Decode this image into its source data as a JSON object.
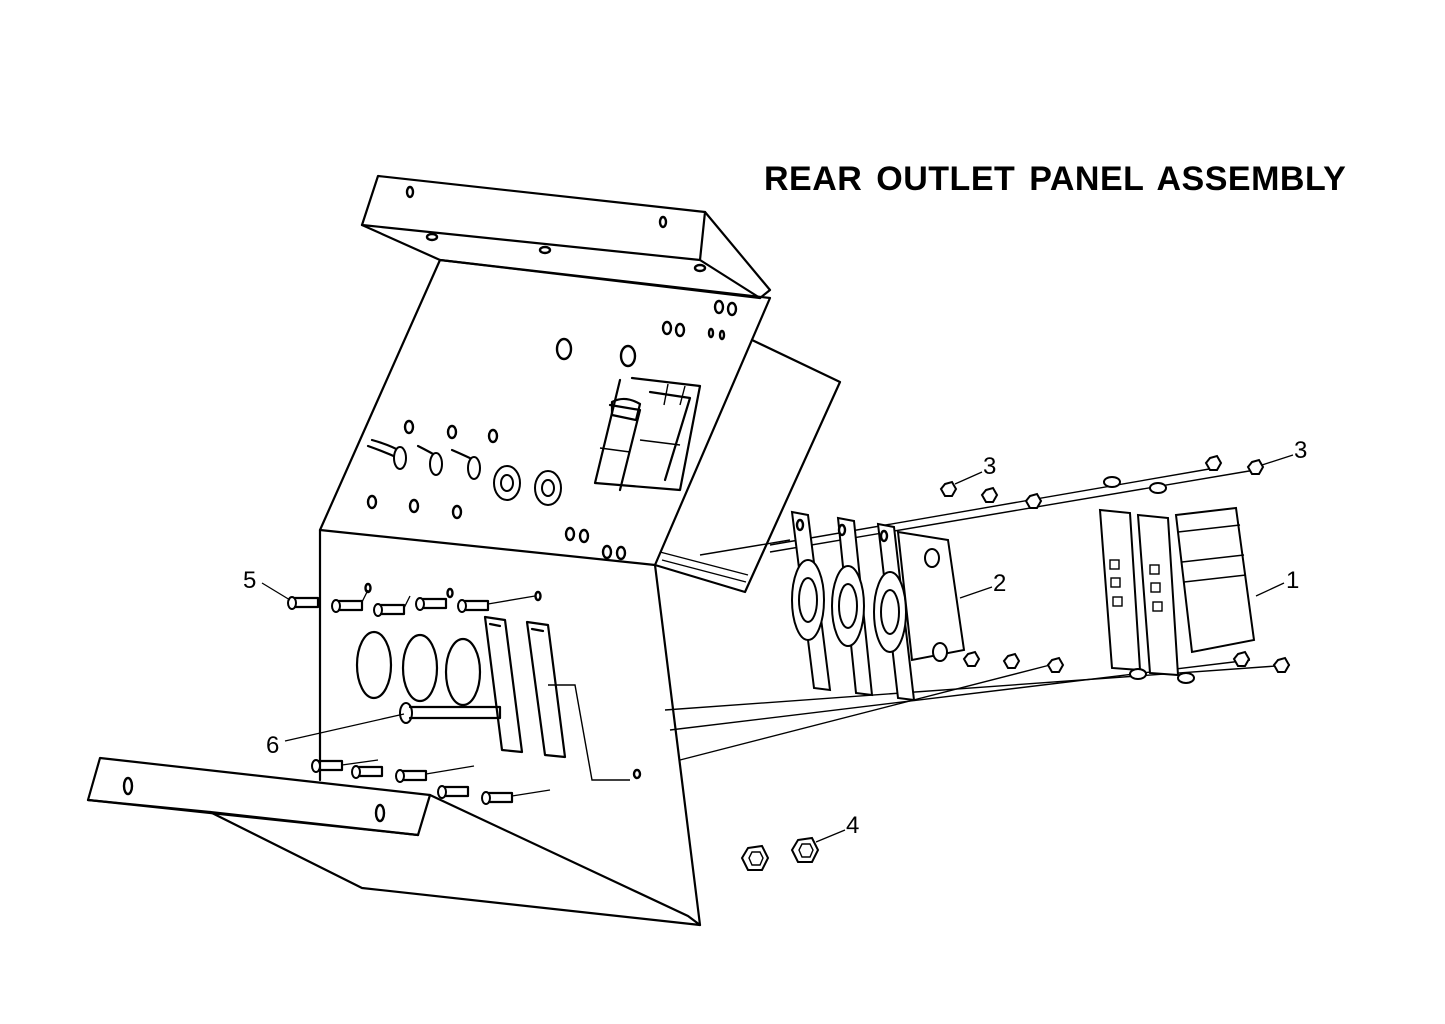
{
  "diagram": {
    "title": "REAR OUTLET PANEL ASSEMBLY",
    "callouts": [
      {
        "id": "c1",
        "label": "1"
      },
      {
        "id": "c2",
        "label": "2"
      },
      {
        "id": "c3a",
        "label": "3"
      },
      {
        "id": "c3b",
        "label": "3"
      },
      {
        "id": "c4",
        "label": "4"
      },
      {
        "id": "c5",
        "label": "5"
      },
      {
        "id": "c6",
        "label": "6"
      }
    ]
  }
}
